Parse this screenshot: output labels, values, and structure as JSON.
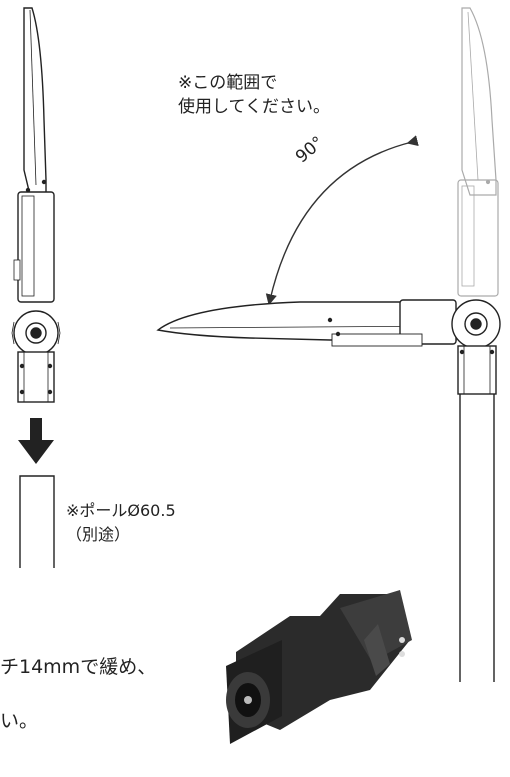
{
  "notes": {
    "range_line1": "※この範囲で",
    "range_line2": "使用してください。",
    "angle": "90°",
    "pole_line1": "※ポールØ60.5",
    "pole_line2": "（別途）"
  },
  "instructions": {
    "line1": "チ14mmで緩め、",
    "line2": "い。"
  }
}
